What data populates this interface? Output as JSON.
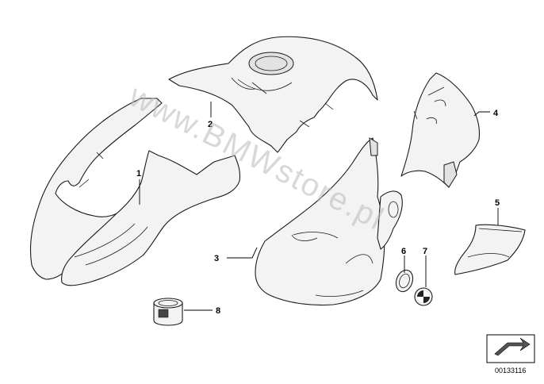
{
  "watermark": "www.BMWstore.pl",
  "callouts": [
    {
      "id": "1",
      "label": "1"
    },
    {
      "id": "2",
      "label": "2"
    },
    {
      "id": "3",
      "label": "3"
    },
    {
      "id": "4",
      "label": "4"
    },
    {
      "id": "5",
      "label": "5"
    },
    {
      "id": "6",
      "label": "6"
    },
    {
      "id": "7",
      "label": "7"
    },
    {
      "id": "8",
      "label": "8"
    }
  ],
  "diagram_number": "00133116",
  "colors": {
    "line": "#1a1a1a",
    "fill": "#f3f3f3",
    "watermark": "#b9b9b9"
  }
}
